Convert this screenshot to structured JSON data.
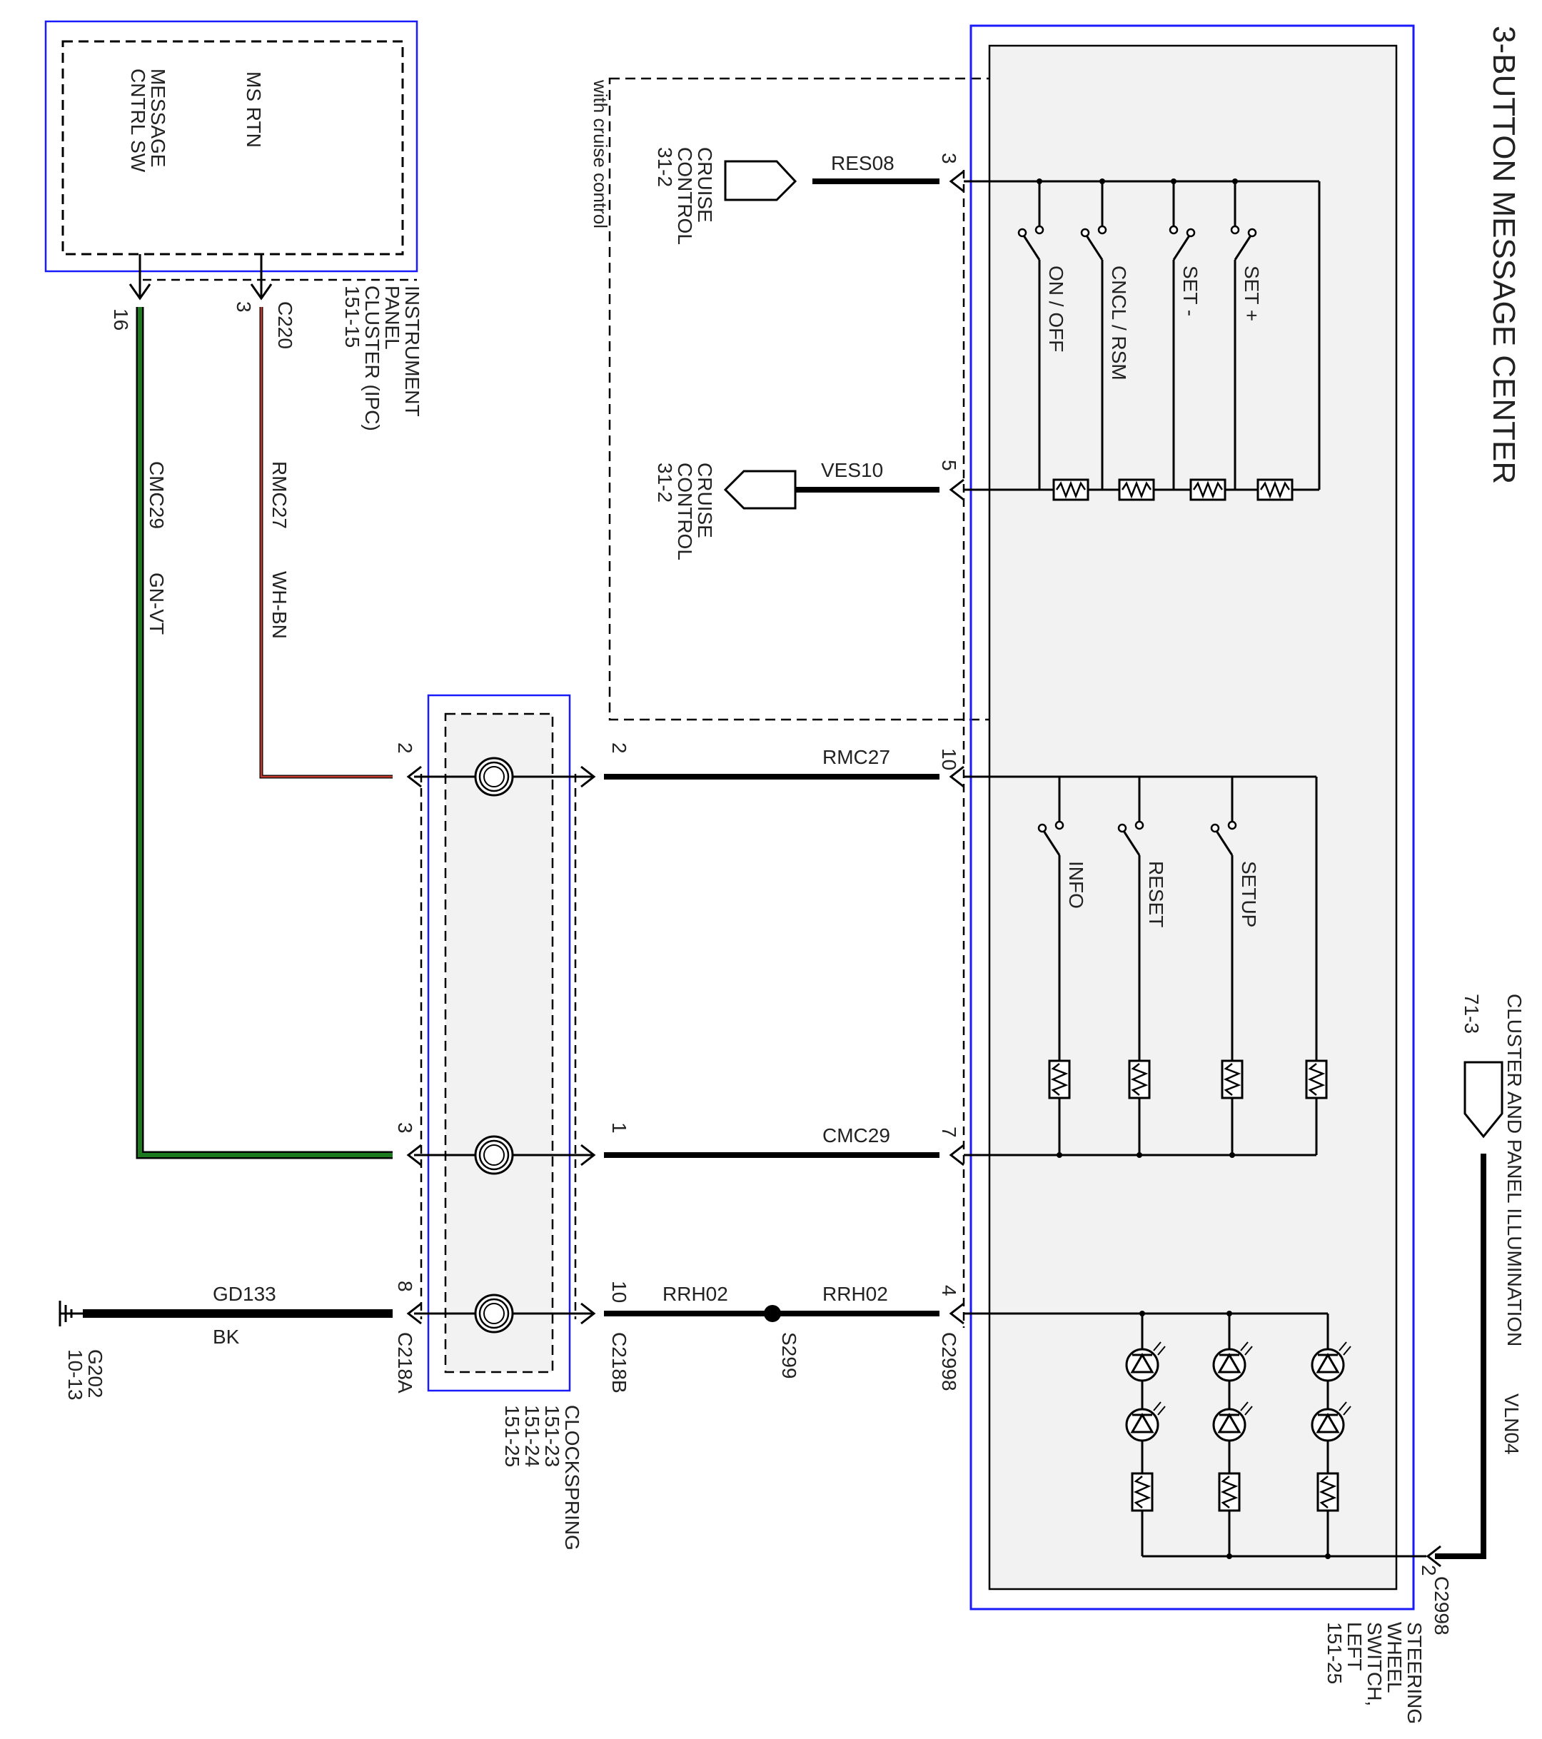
{
  "title": "3-BUTTON MESSAGE CENTER",
  "ipc": {
    "lines": [
      "INSTRUMENT",
      "PANEL",
      "CLUSTER (IPC)",
      "151-15"
    ],
    "pin_ms_rtn": "MS RTN",
    "pin_msg_sw_lines": [
      "MESSAGE",
      "CNTRL SW"
    ],
    "pin16": "16",
    "pin3": "3",
    "connector": "C220"
  },
  "wires": {
    "cmc29_name": "CMC29",
    "cmc29_color": "GN-VT",
    "rmc27_name": "RMC27",
    "rmc27_color": "WH-BN",
    "gd133_name": "GD133",
    "gd133_color": "BK",
    "rmc27_right": "RMC27",
    "cmc29_right": "CMC29",
    "rrh02_left": "RRH02",
    "rrh02_right": "RRH02",
    "res08": "RES08",
    "ves10": "VES10",
    "vln04": "VLN04"
  },
  "cruise": {
    "note": "with cruise control",
    "ref_lines": [
      "CRUISE",
      "CONTROL",
      "31-2"
    ],
    "res_pin": "3",
    "ves_pin": "5"
  },
  "switches": {
    "cruise_buttons": [
      "ON / OFF",
      "CNCL / RSM",
      "SET -",
      "SET +"
    ],
    "msg_buttons": [
      "INFO",
      "RESET",
      "SETUP"
    ]
  },
  "clockspring": {
    "lines": [
      "CLOCKSPRING",
      "151-23",
      "151-24",
      "151-25"
    ],
    "left_connector": "C218A",
    "right_connector": "C218B",
    "pins_left": [
      "2",
      "3",
      "8"
    ],
    "pins_right": [
      "2",
      "1",
      "10"
    ]
  },
  "steering": {
    "connector": "C2998",
    "connector2": "C2998",
    "lines": [
      "STEERING",
      "WHEEL",
      "SWITCH,",
      "LEFT",
      "151-25"
    ],
    "pins": [
      "3",
      "5",
      "10",
      "7",
      "4",
      "2"
    ]
  },
  "splice": "S299",
  "ground": {
    "name": "G202",
    "ref": "10-13"
  },
  "illumination": {
    "lines": [
      "CLUSTER AND PANEL ILLUMINATION",
      "71-3"
    ]
  },
  "colors": {
    "frame_blue": "#1a1aff",
    "wire_green": "#1e7a1e",
    "wire_red": "#c0392b",
    "box_fill": "#f2f2f2"
  }
}
